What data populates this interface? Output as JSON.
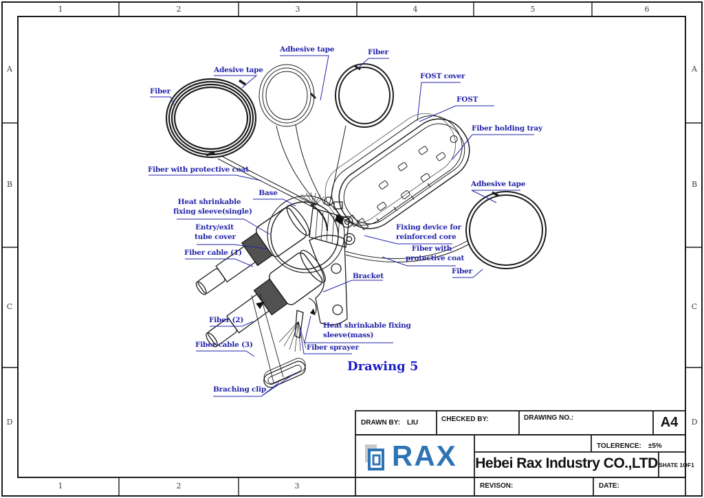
{
  "frame": {
    "top_cols": [
      "1",
      "2",
      "3",
      "4",
      "5",
      "6"
    ],
    "bottom_cols": [
      "1",
      "2",
      "3"
    ],
    "side_rows": [
      "A",
      "B",
      "C",
      "D"
    ]
  },
  "drawing_title": "Drawing 5",
  "callouts": [
    {
      "lines": [
        "Adhesive tape"
      ]
    },
    {
      "lines": [
        "Fiber"
      ]
    },
    {
      "lines": [
        "Adesive tape"
      ]
    },
    {
      "lines": [
        "Fiber"
      ]
    },
    {
      "lines": [
        "FOST cover"
      ]
    },
    {
      "lines": [
        "FOST"
      ]
    },
    {
      "lines": [
        "Fiber holding tray"
      ]
    },
    {
      "lines": [
        "Fiber with protective coat"
      ]
    },
    {
      "lines": [
        "Adhesive tape"
      ]
    },
    {
      "lines": [
        "Base"
      ]
    },
    {
      "lines": [
        "Heat shrinkable",
        "fixing sleeve(single)"
      ]
    },
    {
      "lines": [
        "Entry/exit",
        "tube cover"
      ]
    },
    {
      "lines": [
        "Fiber cable (1)"
      ]
    },
    {
      "lines": [
        "Fixing device for",
        "reinforced core"
      ]
    },
    {
      "lines": [
        "Fiber with",
        "protective coat"
      ]
    },
    {
      "lines": [
        "Fiber"
      ]
    },
    {
      "lines": [
        "Bracket"
      ]
    },
    {
      "lines": [
        "Fiber (2)"
      ]
    },
    {
      "lines": [
        "Heat shrinkable fixing",
        "sleeve(mass)"
      ]
    },
    {
      "lines": [
        "Fiber cable (3)"
      ]
    },
    {
      "lines": [
        "Fiber sprayer"
      ]
    },
    {
      "lines": [
        "Braching clip"
      ]
    }
  ],
  "title_block": {
    "drawn_by_label": "DRAWN BY:",
    "drawn_by_value": "LIU",
    "checked_by_label": "CHECKED BY:",
    "drawing_no_label": "DRAWING NO.:",
    "paper_size": "A4",
    "tolerance_label": "TOLERENCE:",
    "tolerance_value": "±5%",
    "company": "Hebei Rax Industry CO.,LTD",
    "sheet": "SHATE 1OF1",
    "revision_label": "REVISON:",
    "date_label": "DATE:",
    "logo_text": "RAX"
  },
  "colors": {
    "callout_blue": "#2323a8",
    "drawing_title_blue": "#1d1dc8",
    "logo_blue": "#2e74b5",
    "line_black": "#1c1c1c"
  }
}
